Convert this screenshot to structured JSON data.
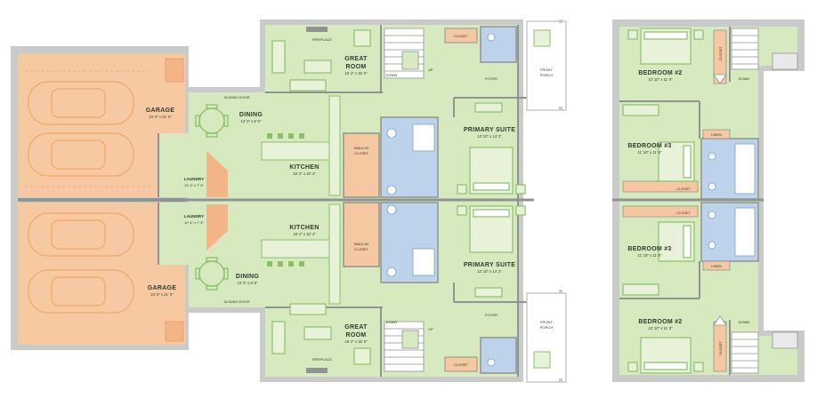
{
  "colors": {
    "living": "#d6e9bf",
    "garage": "#f7c9a3",
    "bath": "#bdd3ec",
    "closet": "#f5c8a2",
    "wall": "#8f9490",
    "wall_light": "#c9cbc8",
    "fixture": "#8cbf6a",
    "car": "#f0a86a"
  },
  "labels": {
    "garage_top": "GARAGE",
    "garage_top_dim": "24' 0\" x 21' 0\"",
    "garage_bot": "GARAGE",
    "garage_bot_dim": "24' 0\" x 21' 0\"",
    "dining_top": "DINING",
    "dining_top_dim": "12' 0\" x 8' 6\"",
    "dining_bot": "DINING",
    "dining_bot_dim": "12' 0\" x 8' 6\"",
    "kitchen_top": "KITCHEN",
    "kitchen_top_dim": "16' 2\" x 10' 4\"",
    "kitchen_bot": "KITCHEN",
    "kitchen_bot_dim": "16' 2\" x 10' 4\"",
    "laundry_top": "LAUNDRY",
    "laundry_top_dim": "10' 4\" x 7' 6\"",
    "laundry_bot": "LAUNDRY",
    "laundry_bot_dim": "10' 4\" x 7' 6\"",
    "great_top": "GREAT",
    "great_top2": "ROOM",
    "great_top_dim": "18' 2\" x 15' 0\"",
    "great_bot": "GREAT",
    "great_bot2": "ROOM",
    "great_bot_dim": "18' 2\" x 15' 0\"",
    "fireplace_top": "FIREPLACE",
    "fireplace_bot": "FIREPLACE",
    "sliding_top": "SLIDING DOOR",
    "sliding_bot": "SLIDING DOOR",
    "closet_top": "CLOSET",
    "closet_bot": "CLOSET",
    "foyer_top": "FOYER",
    "foyer_bot": "FOYER",
    "up_top": "UP",
    "down_top": "DOWN",
    "up_bot": "UP",
    "down_bot": "DOWN",
    "porch_top": "FRONT",
    "porch_top2": "PORCH",
    "porch_bot": "FRONT",
    "porch_bot2": "PORCH",
    "walkin_top": "WALK-IN",
    "walkin_top2": "CLOSET",
    "walkin_bot": "WALK-IN",
    "walkin_bot2": "CLOSET",
    "suite_top": "PRIMARY SUITE",
    "suite_top_dim": "13' 10\" x 14' 2\"",
    "suite_bot": "PRIMARY SUITE",
    "suite_bot_dim": "13' 10\" x 14' 2\"",
    "bed2_top": "BEDROOM #2",
    "bed2_top_dim": "13' 10\" x 11' 0\"",
    "bed3_top": "BEDROOM #3",
    "bed3_top_dim": "11' 10\" x 11' 6\"",
    "bed3_bot": "BEDROOM #3",
    "bed3_bot_dim": "11' 10\" x 11' 6\"",
    "bed2_bot": "BEDROOM #2",
    "bed2_bot_dim": "13' 10\" x 11' 0\"",
    "up_closet_top": "CLOSET",
    "up_closet_mid_top": "CLOSET",
    "up_closet_mid_bot": "CLOSET",
    "up_closet_bot": "CLOSET",
    "linen_top": "LINEN",
    "linen_bot": "LINEN",
    "up_down_top": "DOWN",
    "up_down_bot": "DOWN"
  }
}
